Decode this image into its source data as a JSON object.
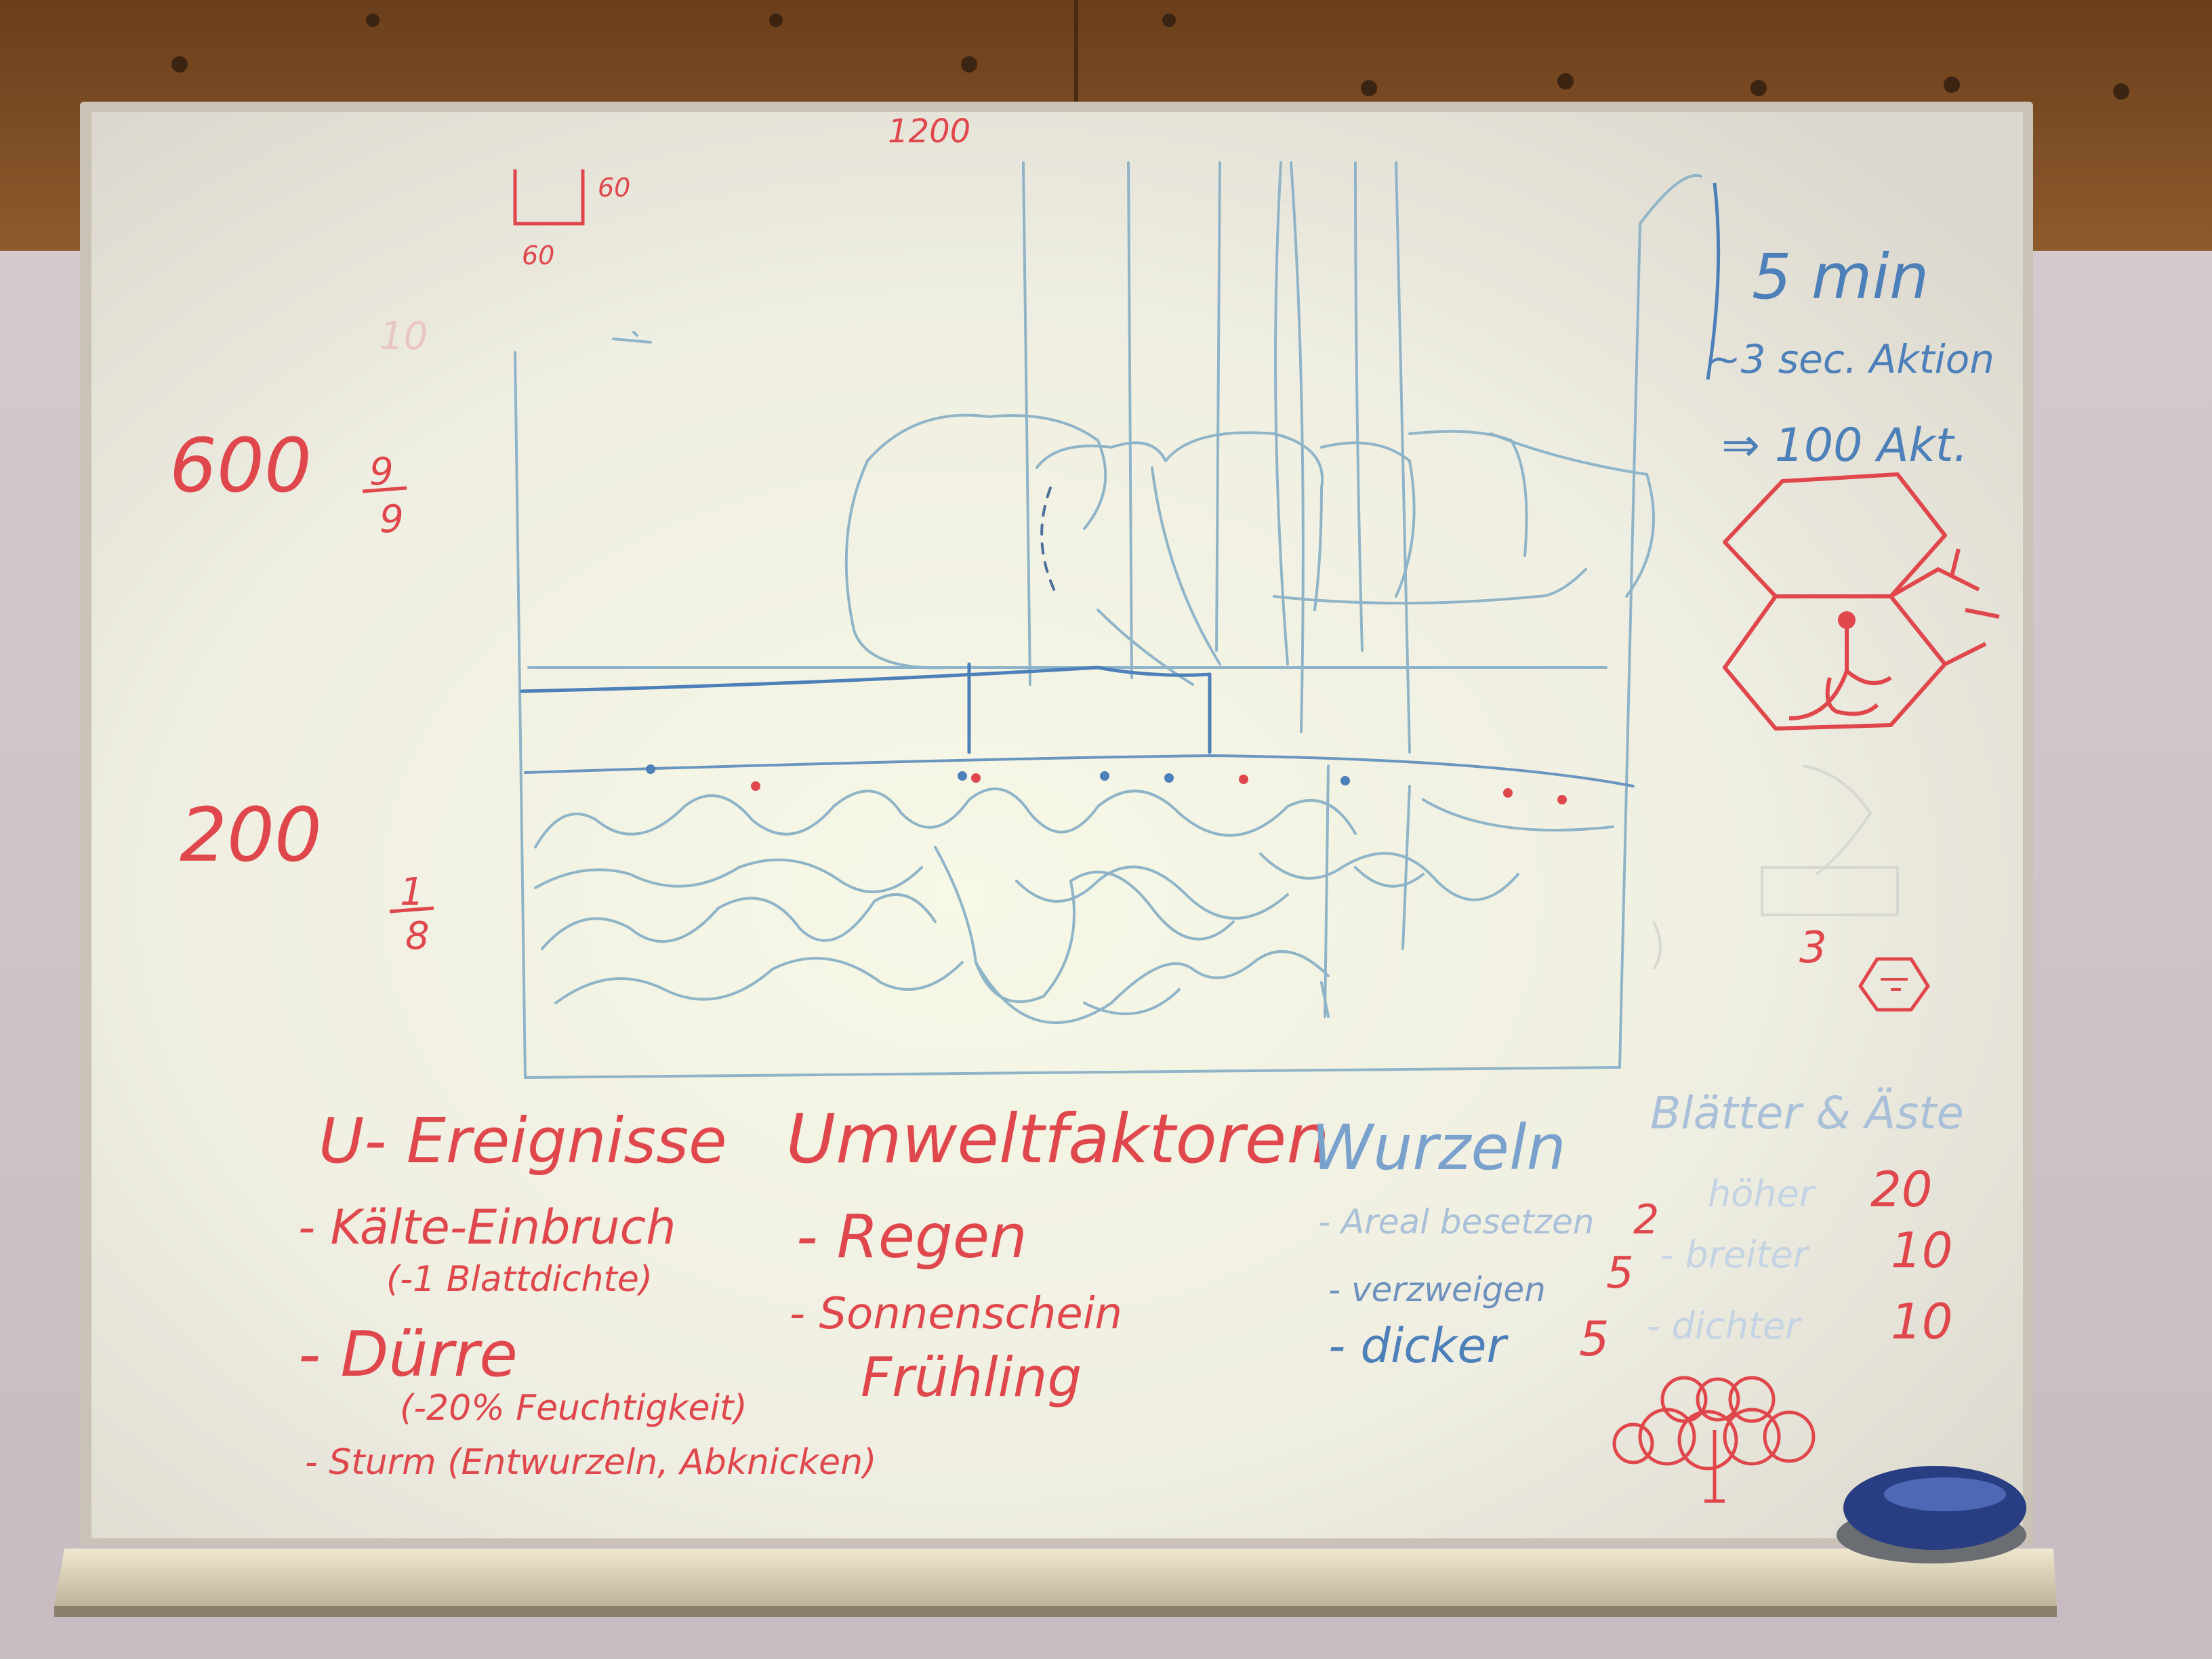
{
  "colors": {
    "red_marker": "#e0474c",
    "blue_marker": "#4d7fb9",
    "faint_marker": "#8fb4c8",
    "board": "#f1efe3",
    "wood": "#7c4f26",
    "wall": "#d8d0d4"
  },
  "board": {
    "scale": {
      "top": "1200",
      "corner_w": "60",
      "corner_h": "60",
      "faint": "10",
      "high": "600",
      "high_ratio_num": "9",
      "high_ratio_den": "9",
      "low": "200",
      "low_ratio_num": "1",
      "low_ratio_den": "8"
    },
    "timing": {
      "duration": "5 min",
      "per_action": "~3 sec. Aktion",
      "actions": "⇒ 100 Akt."
    },
    "hex": {
      "small_count": "3"
    },
    "ereignisse": {
      "title": "U- Ereignisse",
      "kaelte": "- Kälte-Einbruch",
      "kaelte_detail": "(-1 Blattdichte)",
      "duerre": "- Dürre",
      "duerre_detail": "(-20% Feuchtigkeit)",
      "sturm": "- Sturm (Entwurzeln, Abknicken)"
    },
    "umwelt": {
      "title": "Umweltfaktoren",
      "regen": "- Regen",
      "sonne": "- Sonnenschein",
      "fruehling": "Frühling"
    },
    "wurzeln": {
      "title": "Wurzeln",
      "item1_label": "- Areal besetzen",
      "item1_value": "2",
      "item2_label": "- verzweigen",
      "item2_value": "5",
      "item3_label": "- dicker",
      "item3_value": "5"
    },
    "blaetter": {
      "title": "Blätter & Äste",
      "item1_label": "höher",
      "item1_value": "20",
      "item2_label": "- breiter",
      "item2_value": "10",
      "item3_label": "- dichter",
      "item3_value": "10"
    }
  }
}
